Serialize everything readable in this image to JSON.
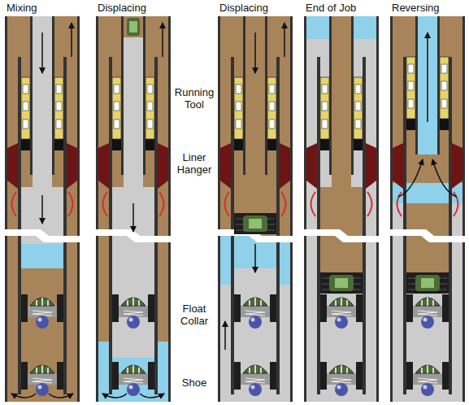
{
  "diagram": {
    "labels": [
      "Mixing",
      "Displacing",
      "Displacing",
      "End of Job",
      "Reversing",
      "Running Tool",
      "Liner Hanger",
      "Float Collar",
      "Shoe"
    ]
  }
}
